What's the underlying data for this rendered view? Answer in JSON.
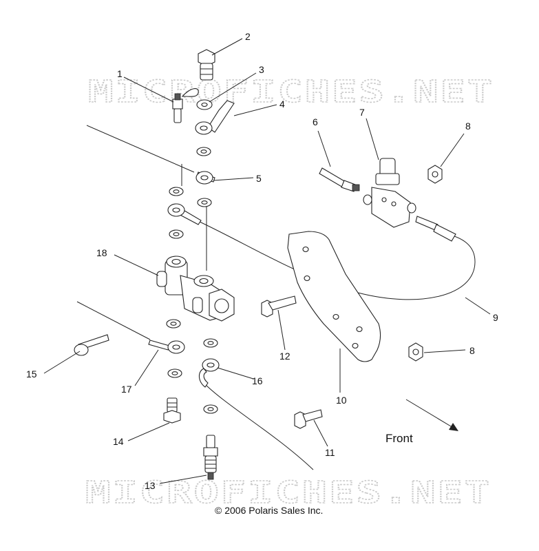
{
  "watermark": {
    "top": "MICROFICHES.NET",
    "bottom": "MICROFICHES.NET"
  },
  "callouts": [
    "1",
    "2",
    "3",
    "4",
    "5",
    "6",
    "7",
    "8",
    "8",
    "9",
    "10",
    "11",
    "12",
    "13",
    "14",
    "15",
    "16",
    "17",
    "18"
  ],
  "direction_label": "Front",
  "copyright": "© 2006 Polaris Sales Inc."
}
